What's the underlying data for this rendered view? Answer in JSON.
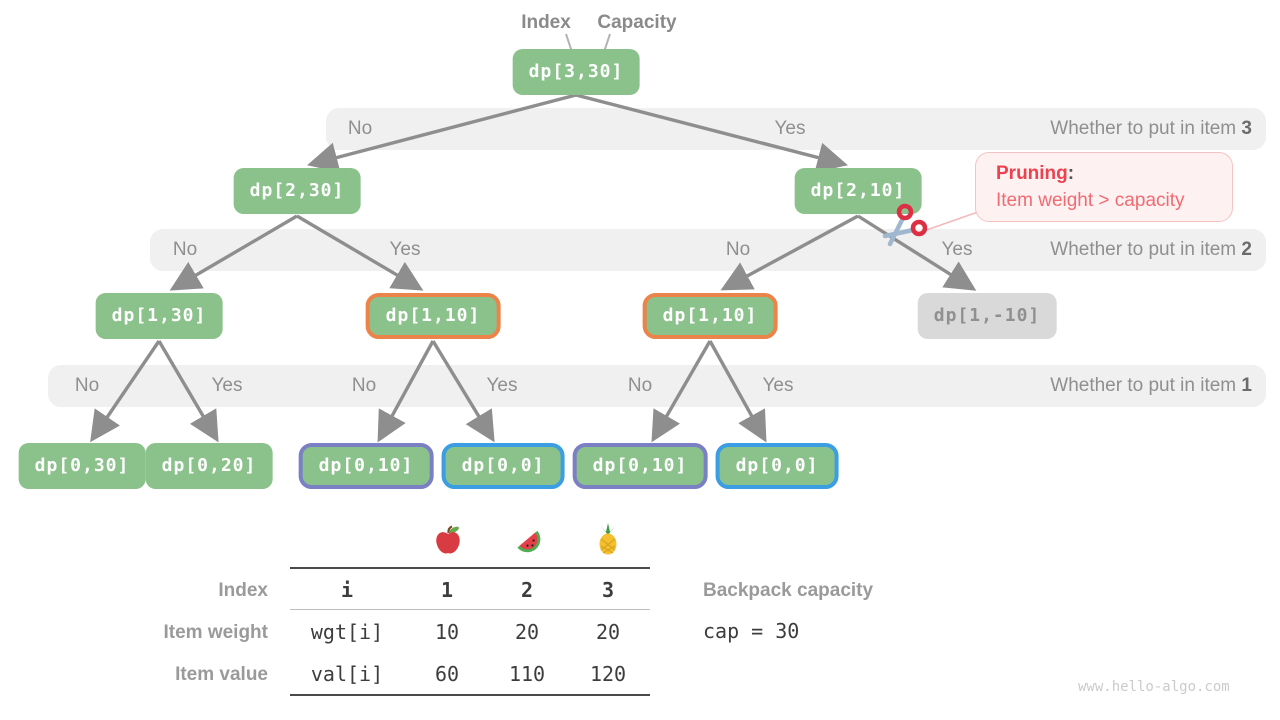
{
  "header": {
    "index_label": "Index",
    "capacity_label": "Capacity"
  },
  "nodes": {
    "n330": {
      "label": "dp[3,30]"
    },
    "n230": {
      "label": "dp[2,30]"
    },
    "n210": {
      "label": "dp[2,10]"
    },
    "n130": {
      "label": "dp[1,30]"
    },
    "n110a": {
      "label": "dp[1,10]"
    },
    "n110b": {
      "label": "dp[1,10]"
    },
    "n1m10": {
      "label": "dp[1,-10]"
    },
    "n030": {
      "label": "dp[0,30]"
    },
    "n020": {
      "label": "dp[0,20]"
    },
    "n010a": {
      "label": "dp[0,10]"
    },
    "n00a": {
      "label": "dp[0,0]"
    },
    "n010b": {
      "label": "dp[0,10]"
    },
    "n00b": {
      "label": "dp[0,0]"
    }
  },
  "bands": {
    "item3": {
      "no1": "No",
      "yes1": "Yes",
      "question": "Whether to put in item",
      "item_number": "3"
    },
    "item2": {
      "no1": "No",
      "yes1": "Yes",
      "no2": "No",
      "yes2": "Yes",
      "question": "Whether to put in item",
      "item_number": "2"
    },
    "item1": {
      "no1": "No",
      "yes1": "Yes",
      "no2": "No",
      "yes2": "Yes",
      "no3": "No",
      "yes3": "Yes",
      "question": "Whether to put in item",
      "item_number": "1"
    }
  },
  "pruning": {
    "title": "Pruning",
    "colon": ":",
    "description": "Item weight > capacity"
  },
  "table": {
    "row_labels": {
      "index": "Index",
      "weight": "Item weight",
      "value": "Item value"
    },
    "fruit_icons": [
      "apple-icon",
      "watermelon-icon",
      "pineapple-icon"
    ],
    "index_row": {
      "var": "i",
      "values": [
        "1",
        "2",
        "3"
      ]
    },
    "weight_row": {
      "var": "wgt[i]",
      "values": [
        "10",
        "20",
        "20"
      ]
    },
    "value_row": {
      "var": "val[i]",
      "values": [
        "60",
        "110",
        "120"
      ]
    }
  },
  "capacity": {
    "label": "Backpack capacity",
    "code": "cap = 30"
  },
  "watermark": "www.hello-algo.com",
  "colors": {
    "node_green": "#8bc28b",
    "node_gray_bg": "#d9d9d9",
    "node_gray_text": "#909090",
    "border_orange": "#ec8349",
    "border_purple": "#7b7fc4",
    "border_blue": "#3b9de2",
    "band_bg": "#f0f0f0",
    "edge_gray": "#8e8e8e",
    "pruning_red": "#ee4150",
    "pruning_bg": "#fdf1f1",
    "pruning_border": "#f6c3c3"
  }
}
